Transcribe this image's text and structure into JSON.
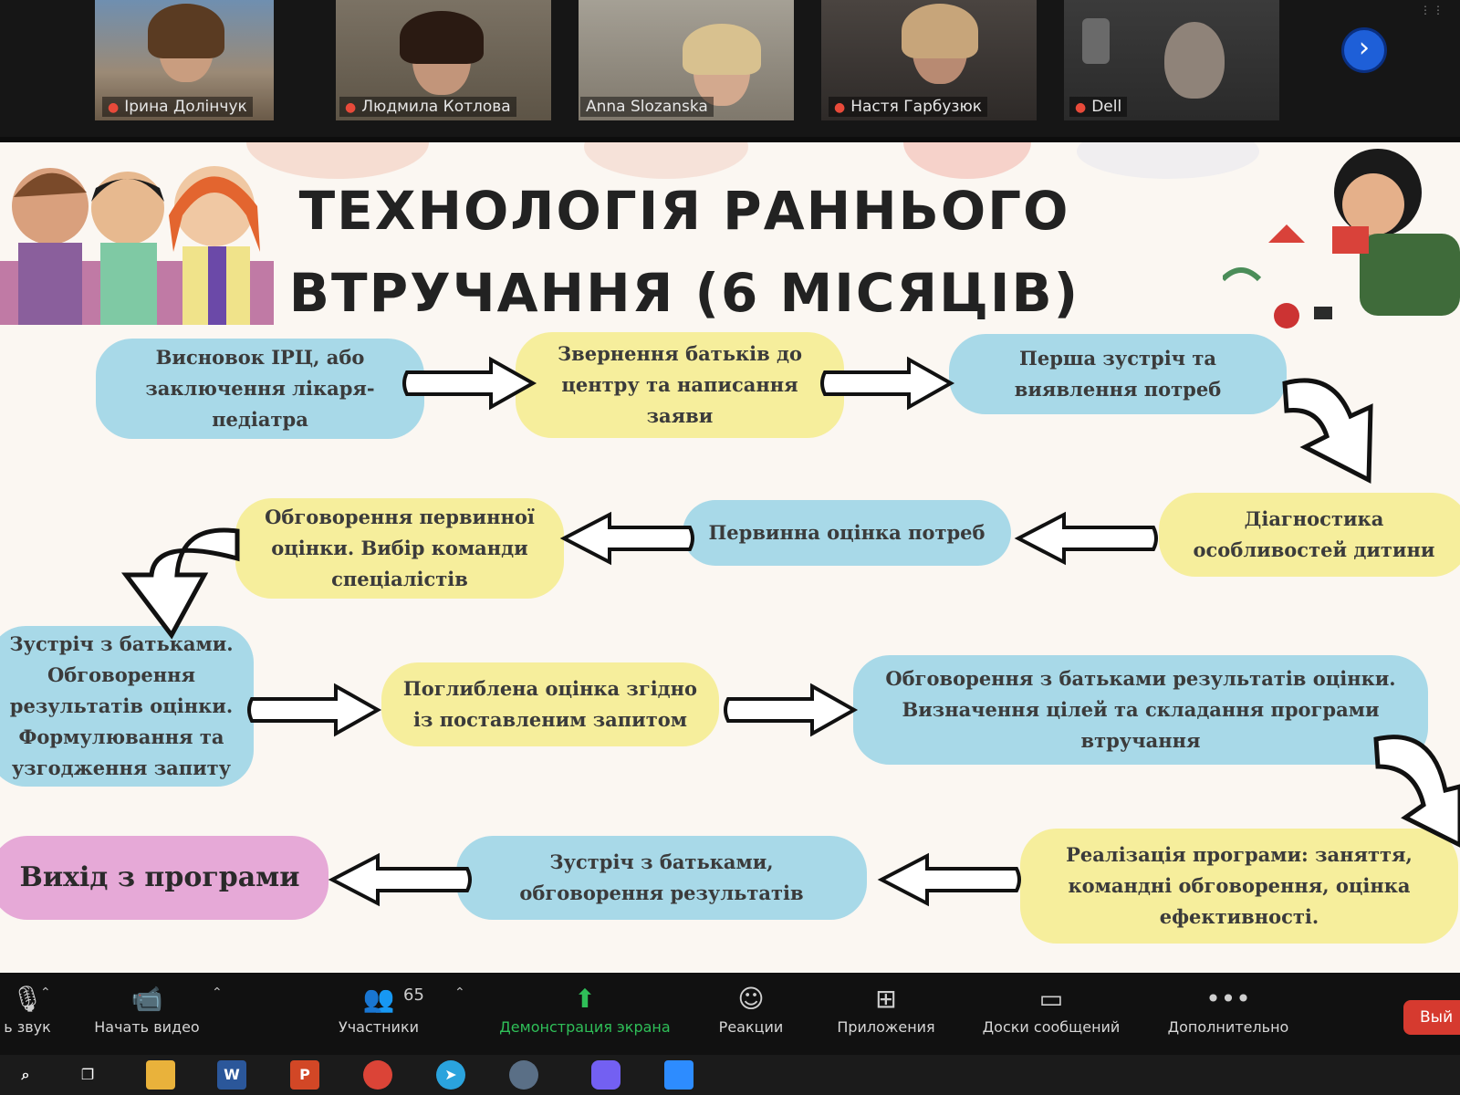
{
  "participants": [
    {
      "name": "Ірина Долінчук"
    },
    {
      "name": "Людмила Котлова"
    },
    {
      "name": "Anna Slozanska"
    },
    {
      "name": "Настя Гарбузюк"
    },
    {
      "name": "Dell"
    }
  ],
  "participants_next_icon": "chevron-right-icon",
  "slide": {
    "title_line1": "ТЕХНОЛОГІЯ РАННЬОГО",
    "title_line2": "ВТРУЧАННЯ (6 МІСЯЦІВ)",
    "steps": [
      {
        "id": "s1",
        "text": "Висновок ІРЦ, або заключення лікаря-педіатра",
        "color": "blue"
      },
      {
        "id": "s2",
        "text": "Звернення батьків до центру та написання заяви",
        "color": "yellow"
      },
      {
        "id": "s3",
        "text": "Перша зустріч та виявлення потреб",
        "color": "blue"
      },
      {
        "id": "s4",
        "text": "Діагностика особливостей дитини",
        "color": "yellow"
      },
      {
        "id": "s5",
        "text": "Первинна оцінка потреб",
        "color": "blue"
      },
      {
        "id": "s6",
        "text": "Обговорення первинної оцінки. Вибір команди спеціалістів",
        "color": "yellow"
      },
      {
        "id": "s7",
        "text": "Зустріч з батьками. Обговорення результатів оцінки. Формулювання та узгодження запиту",
        "color": "blue"
      },
      {
        "id": "s8",
        "text": "Поглиблена оцінка згідно із поставленим запитом",
        "color": "yellow"
      },
      {
        "id": "s9",
        "text": "Обговорення з батьками результатів оцінки. Визначення цілей та складання програми втручання",
        "color": "blue"
      },
      {
        "id": "s10",
        "text": "Реалізація програми: заняття, командні обговорення, оцінка ефективності.",
        "color": "yellow"
      },
      {
        "id": "s11",
        "text": "Зустріч з батьками, обговорення результатів",
        "color": "blue"
      },
      {
        "id": "s12",
        "text": "Вихід з програми",
        "color": "pink"
      }
    ]
  },
  "toolbar": {
    "mute_label": "ь звук",
    "video_label": "Начать видео",
    "participants_count": "65",
    "participants_label": "Участники",
    "share_label": "Демонстрация экрана",
    "reactions_label": "Реакции",
    "apps_label": "Приложения",
    "whiteboards_label": "Доски сообщений",
    "more_label": "Дополнительно",
    "end_label": "Вый",
    "colors": {
      "share": "#2fbf58",
      "end": "#d63a2f",
      "next": "#1e5fd8"
    }
  },
  "taskbar": {
    "icons": [
      "search-icon",
      "task-view-icon",
      "file-explorer-icon",
      "word-icon",
      "powerpoint-icon",
      "chrome-icon",
      "telegram-icon",
      "zoom-icon",
      "viber-icon",
      "zoom-app-icon"
    ]
  }
}
